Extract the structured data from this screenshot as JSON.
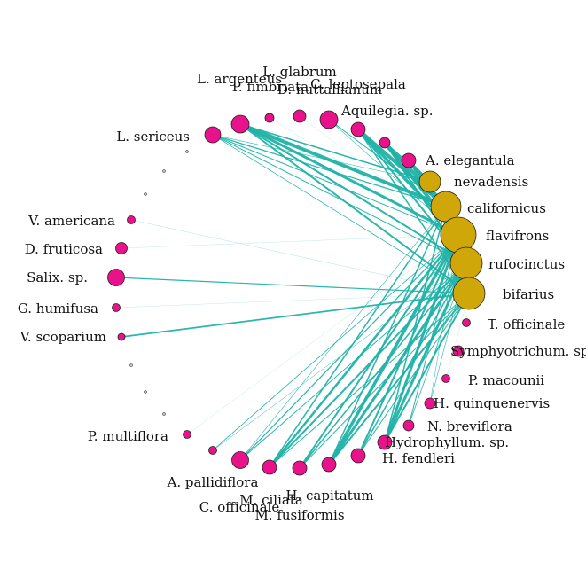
{
  "colors": {
    "plant": "#e8138a",
    "pollinator": "#cfa708",
    "edge": "#1fb2a6",
    "node_stroke": "#222222"
  },
  "network": {
    "pollinators": [
      {
        "id": "nevadensis",
        "label": "nevadensis"
      },
      {
        "id": "californicus",
        "label": "californicus"
      },
      {
        "id": "flavifrons",
        "label": "flavifrons"
      },
      {
        "id": "rufocinctus",
        "label": "rufocinctus"
      },
      {
        "id": "bifarius",
        "label": "bifarius"
      }
    ],
    "plants": [
      {
        "id": "l-glabrum",
        "label": "L. glabrum"
      },
      {
        "id": "l-argenteus",
        "label": "L. argenteus"
      },
      {
        "id": "p-fimbriata",
        "label": "P. fimbriata"
      },
      {
        "id": "d-nuttallianum",
        "label": "D. nuttallianum"
      },
      {
        "id": "c-leptosepala",
        "label": "C. leptosepala"
      },
      {
        "id": "aquilegia-sp",
        "label": "Aquilegia. sp."
      },
      {
        "id": "l-sericeus",
        "label": "L. sericeus"
      },
      {
        "id": "a-elegantula",
        "label": "A. elegantula"
      },
      {
        "id": "v-americana",
        "label": "V. americana"
      },
      {
        "id": "d-fruticosa",
        "label": "D. fruticosa"
      },
      {
        "id": "salix-sp",
        "label": "Salix. sp."
      },
      {
        "id": "g-humifusa",
        "label": "G. humifusa"
      },
      {
        "id": "v-scoparium",
        "label": "V. scoparium"
      },
      {
        "id": "t-officinale",
        "label": "T. officinale"
      },
      {
        "id": "symphyotrichum-sp",
        "label": "Symphyotrichum. sp."
      },
      {
        "id": "p-macounii",
        "label": "P. macounii"
      },
      {
        "id": "h-quinquenervis",
        "label": "H. quinquenervis"
      },
      {
        "id": "n-breviflora",
        "label": "N. breviflora"
      },
      {
        "id": "hydrophyllum-sp",
        "label": "Hydrophyllum. sp."
      },
      {
        "id": "h-fendleri",
        "label": "H. fendleri"
      },
      {
        "id": "p-multiflora",
        "label": "P. multiflora"
      },
      {
        "id": "a-pallidiflora",
        "label": "A. pallidiflora"
      },
      {
        "id": "h-capitatum",
        "label": "H. capitatum"
      },
      {
        "id": "m-ciliata",
        "label": "M. ciliata"
      },
      {
        "id": "c-officinale",
        "label": "C. officinale"
      },
      {
        "id": "m-fusiformis",
        "label": "M. fusiformis"
      }
    ]
  }
}
